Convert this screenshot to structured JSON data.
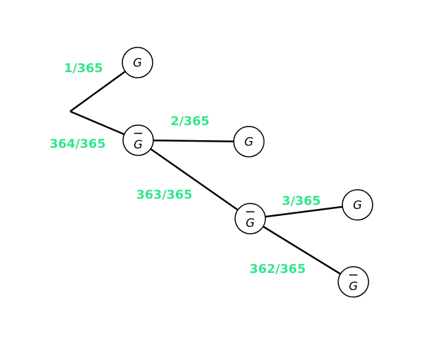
{
  "colors": {
    "label": "#33e68c",
    "line": "#000000"
  },
  "nodes": [
    {
      "id": "n1",
      "text": "G",
      "bar": false
    },
    {
      "id": "n2",
      "text": "G",
      "bar": true
    },
    {
      "id": "n3",
      "text": "G",
      "bar": false
    },
    {
      "id": "n4",
      "text": "G",
      "bar": true
    },
    {
      "id": "n5",
      "text": "G",
      "bar": false
    },
    {
      "id": "n6",
      "text": "G",
      "bar": true
    }
  ],
  "edges": [
    {
      "from": "root",
      "to": "n1",
      "label": "1/365"
    },
    {
      "from": "root",
      "to": "n2",
      "label": "364/365"
    },
    {
      "from": "n2",
      "to": "n3",
      "label": "2/365"
    },
    {
      "from": "n2",
      "to": "n4",
      "label": "363/365"
    },
    {
      "from": "n4",
      "to": "n5",
      "label": "3/365"
    },
    {
      "from": "n4",
      "to": "n6",
      "label": "362/365"
    }
  ]
}
